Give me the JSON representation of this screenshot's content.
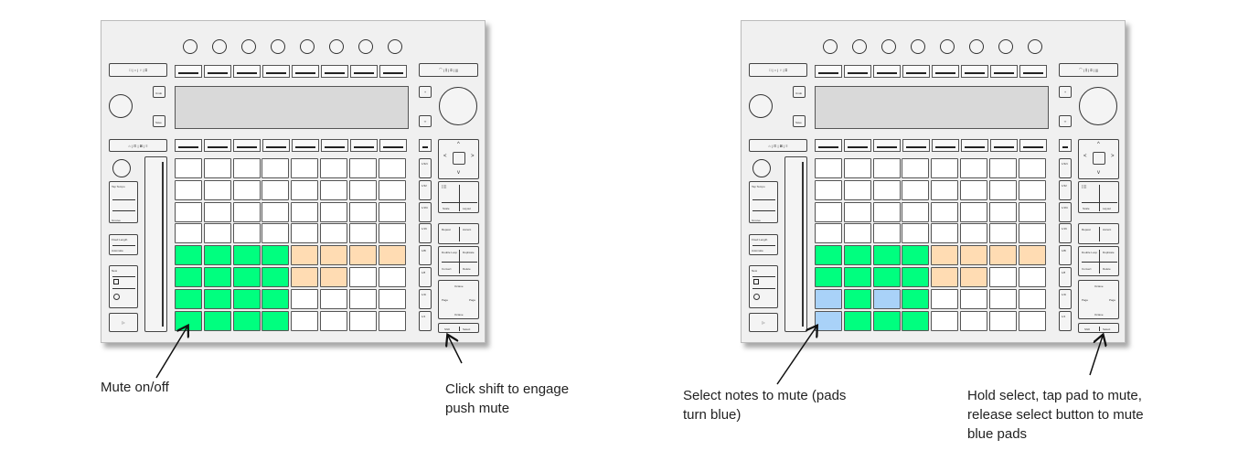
{
  "colors": {
    "green": "#00ff7f",
    "orange": "#ffdcb3",
    "blue": "#a9d2f8",
    "white": "#ffffff"
  },
  "labels": {
    "top_left_strip": "□ | ○ | ♀ | ⍓",
    "top_right_strip": "⌒ | ⫼ | ⊡ | |||",
    "mid_left_strip": "⌂ | ⊡ | ⊠ | ≡",
    "undo": "Undo",
    "save": "Save",
    "plus": "+",
    "swap": "‹›",
    "tap_tempo": "Tap Tempo",
    "groove": "Groove",
    "fixed_length": "Fixed Length",
    "automate": "Automate",
    "new": "New",
    "scale": "Scale",
    "layout": "Layout",
    "repeat": "Repeat",
    "accent": "Accent",
    "double_loop": "Double Loop",
    "duplicate": "Duplicate",
    "convert": "Convert",
    "delete": "Delete",
    "octave_up": "Octave",
    "octave_down": "Octave",
    "page_left": "Page",
    "page_right": "Page",
    "shift": "Shift",
    "select": "Select",
    "scene": [
      "1/32t",
      "1/32",
      "1/16t",
      "1/16",
      "1/8t",
      "1/8",
      "1/4t",
      "1/4"
    ]
  },
  "devices": [
    {
      "pads": [
        [
          "white",
          "white",
          "white",
          "white",
          "white",
          "white",
          "white",
          "white"
        ],
        [
          "white",
          "white",
          "white",
          "white",
          "white",
          "white",
          "white",
          "white"
        ],
        [
          "white",
          "white",
          "white",
          "white",
          "white",
          "white",
          "white",
          "white"
        ],
        [
          "white",
          "white",
          "white",
          "white",
          "white",
          "white",
          "white",
          "white"
        ],
        [
          "green",
          "green",
          "green",
          "green",
          "orange",
          "orange",
          "orange",
          "orange"
        ],
        [
          "green",
          "green",
          "green",
          "green",
          "orange",
          "orange",
          "white",
          "white"
        ],
        [
          "green",
          "green",
          "green",
          "green",
          "white",
          "white",
          "white",
          "white"
        ],
        [
          "green",
          "green",
          "green",
          "green",
          "white",
          "white",
          "white",
          "white"
        ]
      ]
    },
    {
      "pads": [
        [
          "white",
          "white",
          "white",
          "white",
          "white",
          "white",
          "white",
          "white"
        ],
        [
          "white",
          "white",
          "white",
          "white",
          "white",
          "white",
          "white",
          "white"
        ],
        [
          "white",
          "white",
          "white",
          "white",
          "white",
          "white",
          "white",
          "white"
        ],
        [
          "white",
          "white",
          "white",
          "white",
          "white",
          "white",
          "white",
          "white"
        ],
        [
          "green",
          "green",
          "green",
          "green",
          "orange",
          "orange",
          "orange",
          "orange"
        ],
        [
          "green",
          "green",
          "green",
          "green",
          "orange",
          "orange",
          "white",
          "white"
        ],
        [
          "blue",
          "green",
          "blue",
          "green",
          "white",
          "white",
          "white",
          "white"
        ],
        [
          "blue",
          "green",
          "green",
          "green",
          "white",
          "white",
          "white",
          "white"
        ]
      ]
    }
  ],
  "captions": {
    "mute_toggle": "Mute on/off",
    "shift_hint": "Click shift to engage\npush mute",
    "select_notes": "Select notes to mute (pads\nturn blue)",
    "hold_select": "Hold select, tap pad to mute,\nrelease select button to mute\nblue pads"
  }
}
